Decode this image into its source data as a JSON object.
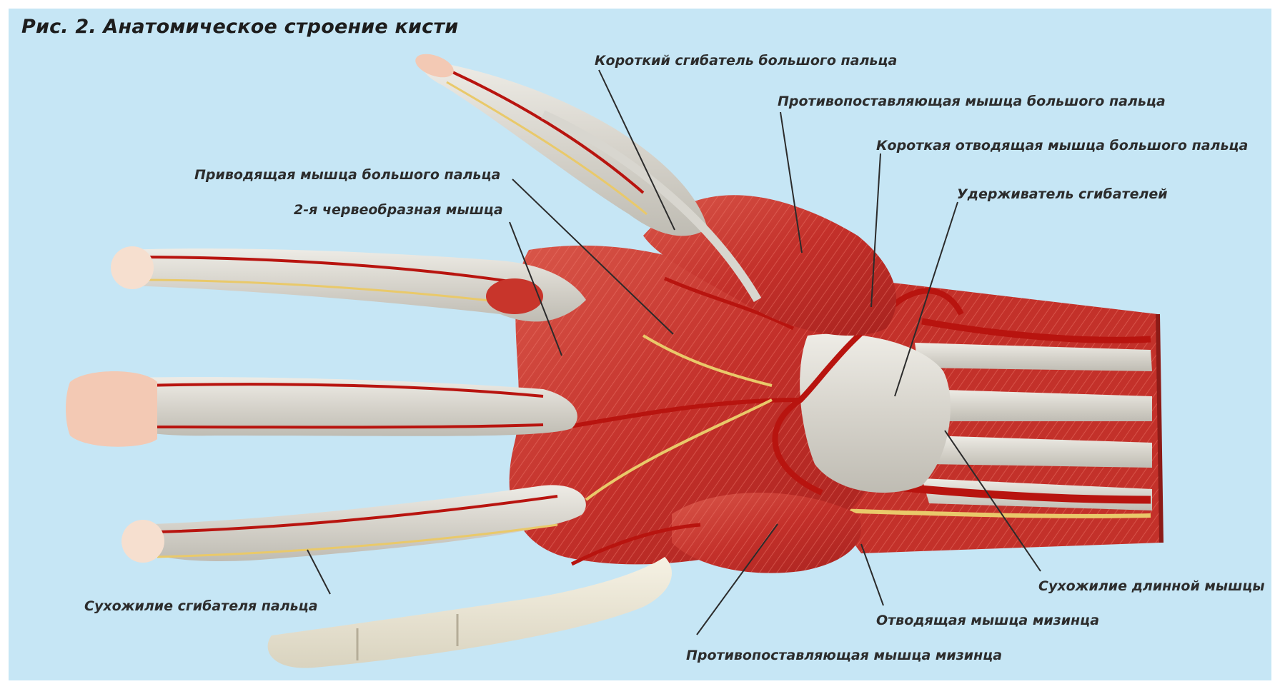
{
  "figure": {
    "title": "Рис. 2. Анатомическое строение кисти"
  },
  "labels": {
    "flexor_pollicis_brevis": "Короткий сгибатель большого пальца",
    "opponens_pollicis": "Противопоставляющая мышца большого пальца",
    "abductor_pollicis_brevis": "Короткая отводящая мышца большого пальца",
    "flexor_retinaculum": "Удерживатель сгибателей",
    "adductor_pollicis": "Приводящая мышца большого пальца",
    "second_lumbrical": "2-я червеобразная мышца",
    "flexor_tendon_finger": "Сухожилие сгибателя пальца",
    "long_muscle_tendon": "Сухожилие длинной мышцы",
    "abductor_digiti_minimi": "Отводящая мышца мизинца",
    "opponens_digiti_minimi": "Противопоставляющая мышца мизинца"
  },
  "colors": {
    "background": "#c6e6f5",
    "muscle": "#c8352b",
    "tendon": "#dcdad3",
    "artery": "#b8140f",
    "nerve": "#e9c96a",
    "skin": "#f3c9b4"
  }
}
